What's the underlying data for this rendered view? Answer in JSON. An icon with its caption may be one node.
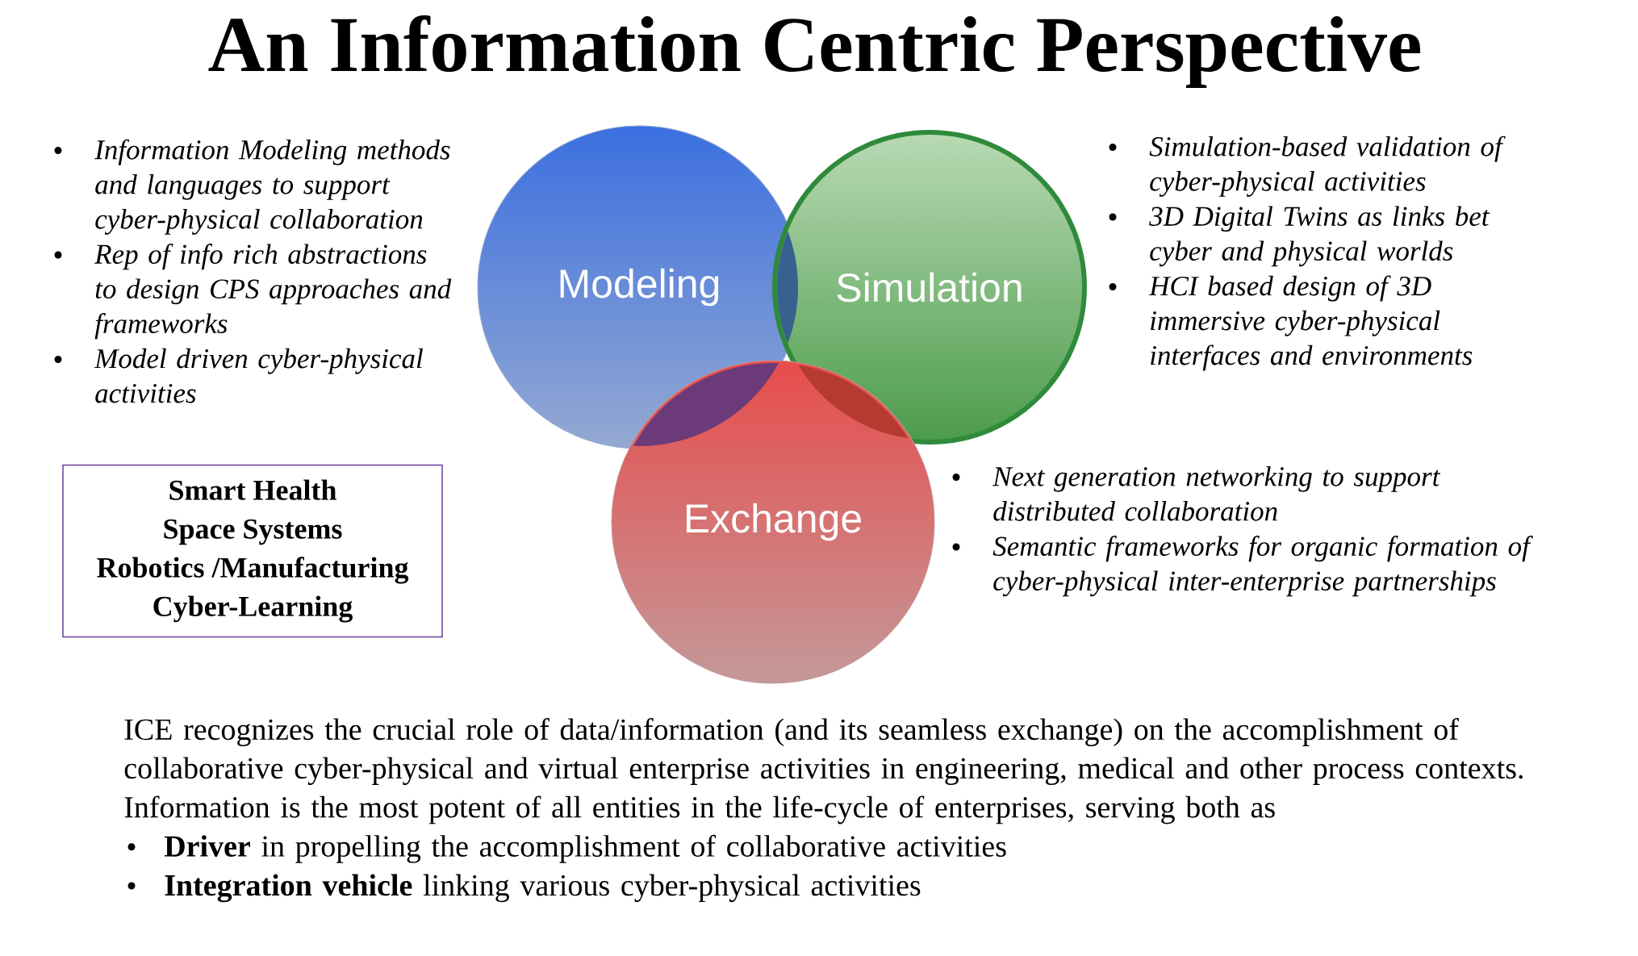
{
  "diagram": {
    "title": "An Information Centric Perspective",
    "nodes": [
      {
        "text": [
          "Modeling"
        ]
      },
      {
        "text": [
          "Simulation"
        ]
      },
      {
        "text": [
          "Exchange"
        ]
      },
      {
        "text": [
          "Smart Health",
          "Space Systems",
          "Robotics /Manufacturing",
          "Cyber-Learning"
        ]
      }
    ],
    "labels": [
      "Information Modeling methods and languages to support cyber-physical collaboration",
      "Rep of info rich abstractions to design CPS approaches and frameworks",
      "Model driven cyber-physical activities",
      "Simulation-based validation of cyber-physical activities",
      "3D Digital Twins as links bet cyber and physical worlds",
      "HCI based design of 3D immersive cyber-physical interfaces and environments",
      "Next generation networking to support distributed collaboration",
      "Semantic frameworks for organic formation of cyber-physical inter-enterprise partnerships",
      "ICE recognizes the crucial role of data/information (and its seamless exchange) on the accomplishment of collaborative cyber-physical and virtual enterprise activities in engineering, medical and other process contexts.",
      "Information is the most potent of all entities in the life-cycle of enterprises, serving both as",
      "**Driver** in propelling the accomplishment of collaborative activities",
      "**Integration vehicle** linking various cyber-physical activities"
    ]
  }
}
